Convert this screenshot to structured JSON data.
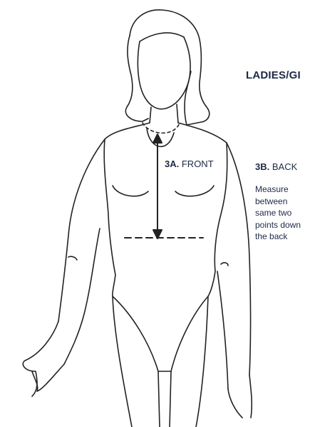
{
  "header": {
    "title": "LADIES/GI"
  },
  "measurements": {
    "front": {
      "code": "3A.",
      "label": "FRONT"
    },
    "back": {
      "code": "3B.",
      "label": "BACK",
      "note": "Measure between same two points down the back"
    }
  },
  "colors": {
    "ink": "#1d2a44",
    "line": "#222222",
    "background": "#ffffff"
  },
  "icons": [
    "figure-outline",
    "double-arrow",
    "waist-dashed-line"
  ]
}
